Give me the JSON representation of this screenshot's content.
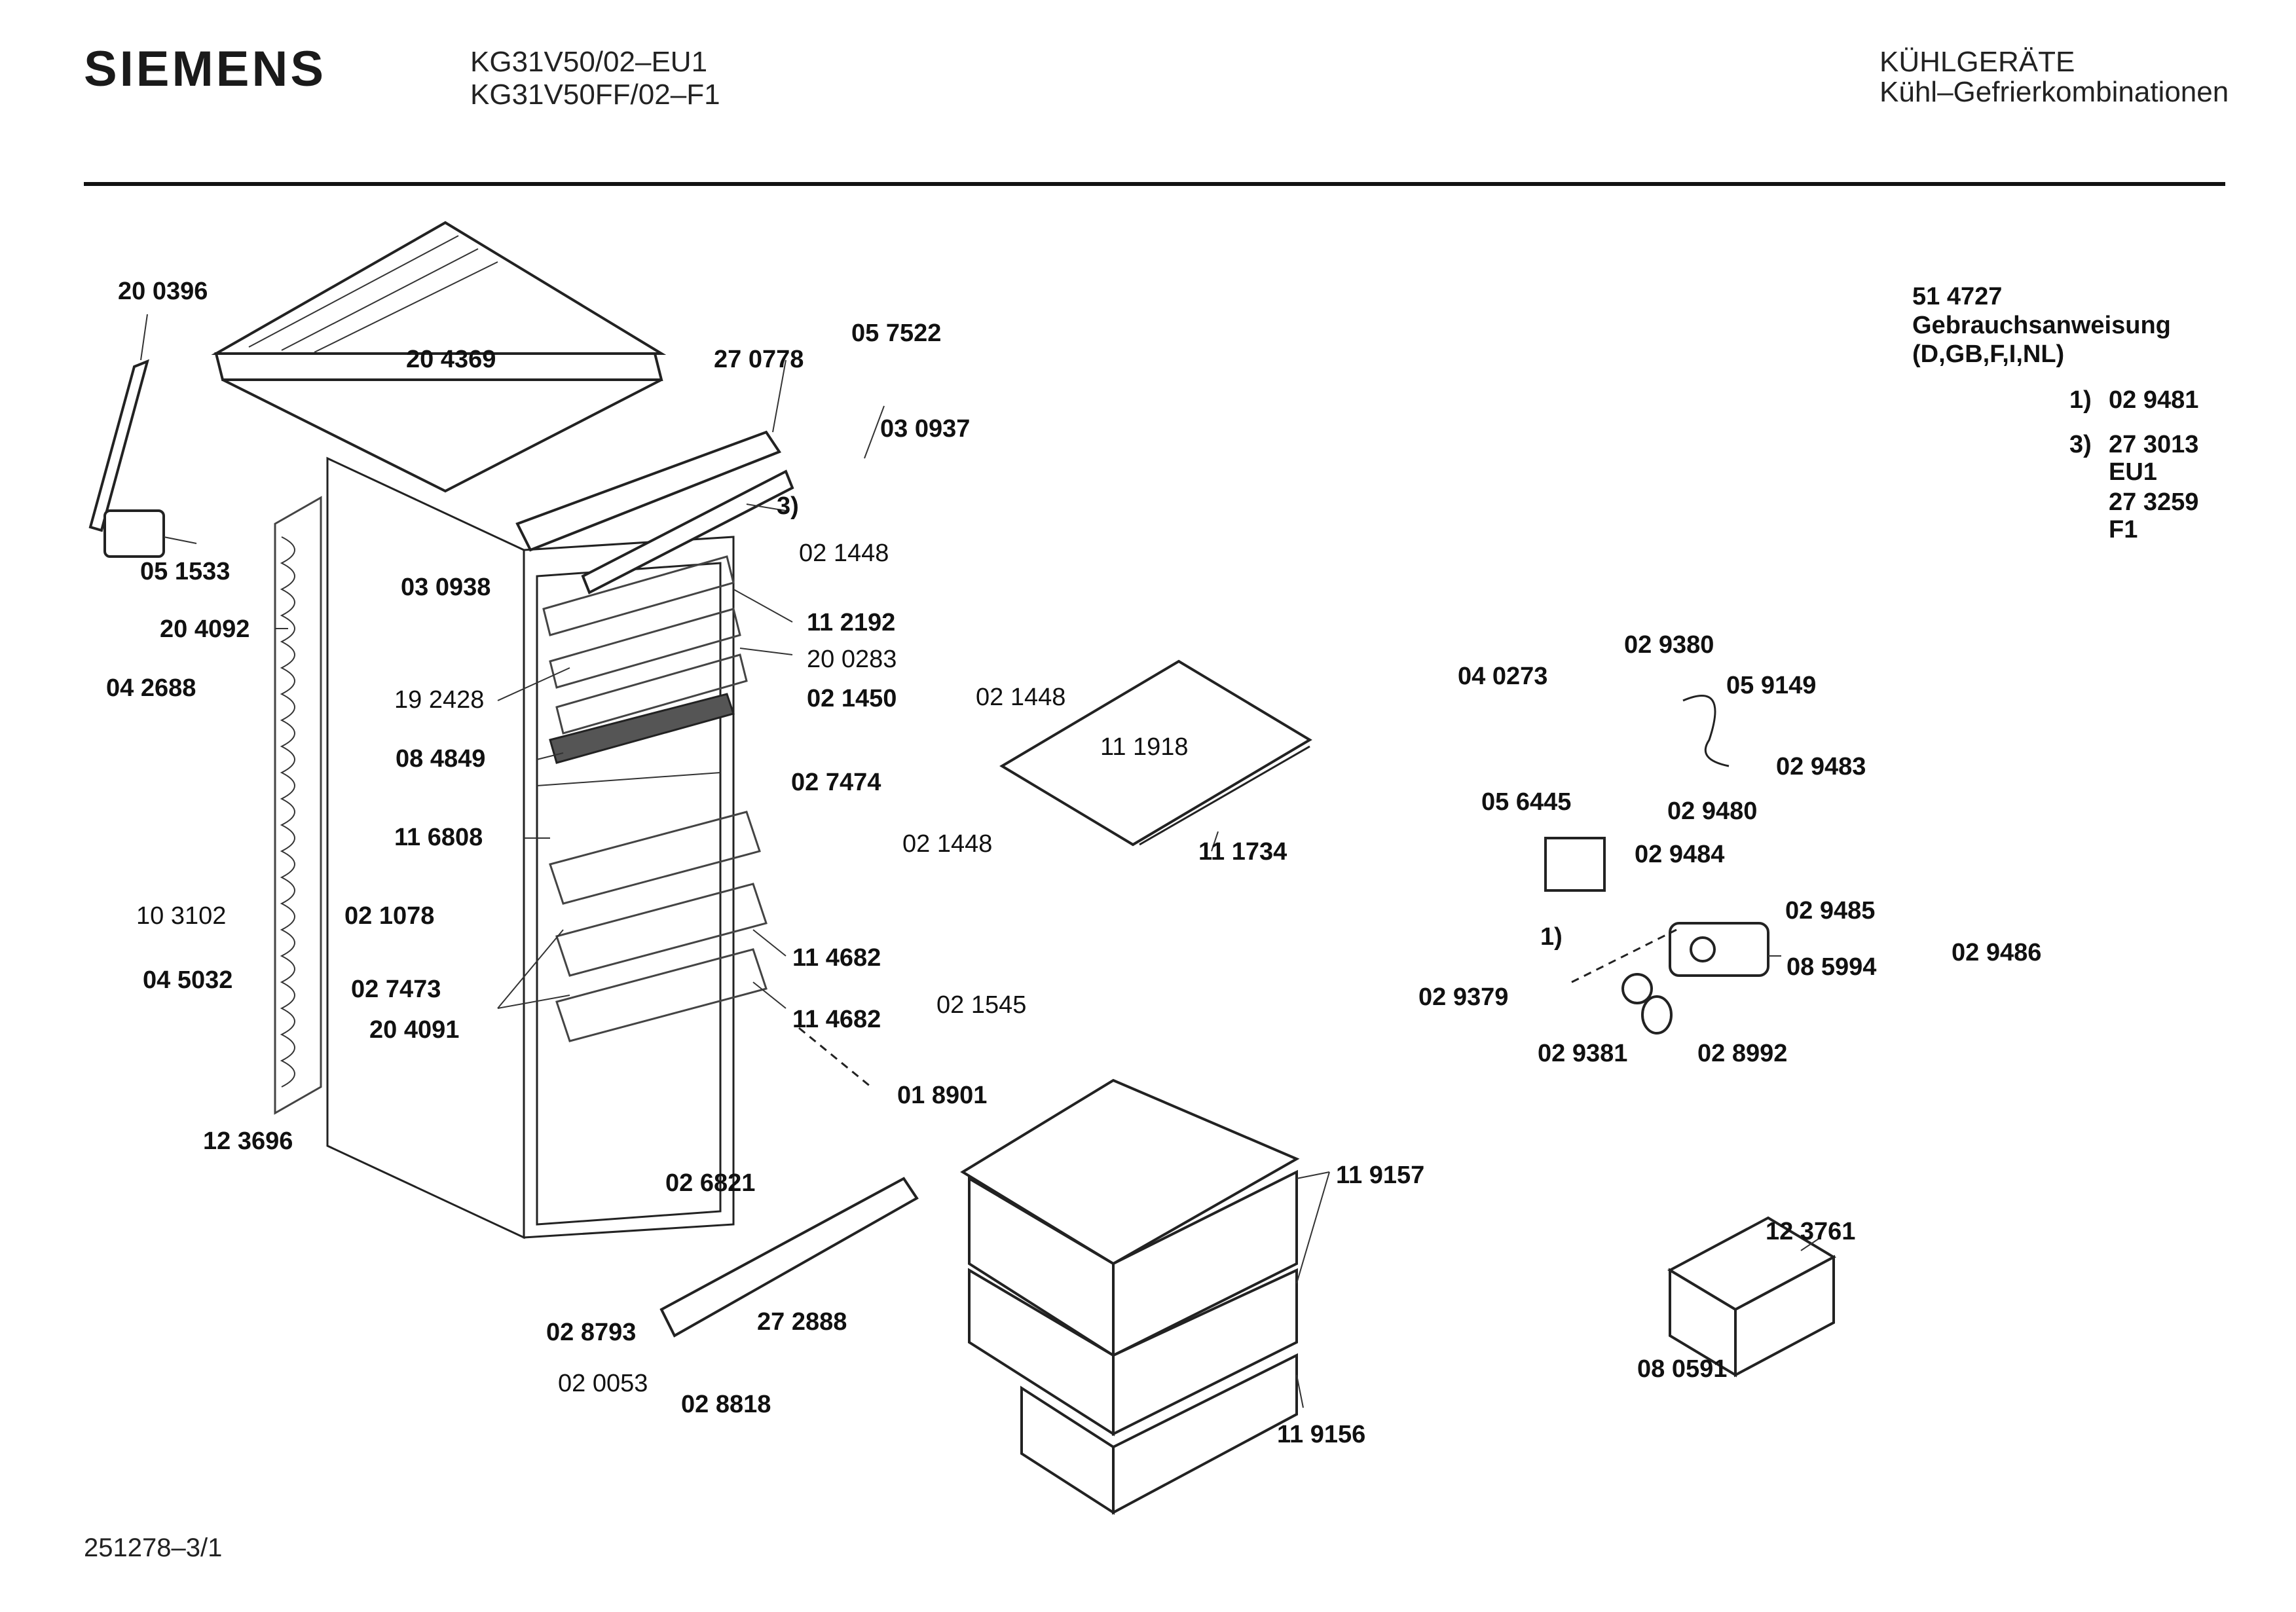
{
  "header": {
    "brand": "SIEMENS",
    "model_1": "KG31V50/02–EU1",
    "model_2": "KG31V50FF/02–F1",
    "category_1": "KÜHLGERÄTE",
    "category_2": "Kühl–Gefrierkombinationen"
  },
  "info": {
    "manual_number": "51 4727",
    "manual_title": "Gebrauchsanweisung",
    "manual_languages": "(D,GB,F,I,NL)",
    "note_1_marker": "1)",
    "note_1_part": "02 9481",
    "note_3_marker": "3)",
    "note_3_part_a": "27 3013",
    "note_3_variant_a": "EU1",
    "note_3_part_b": "27 3259",
    "note_3_variant_b": "F1"
  },
  "labels": {
    "p200396": "20 0396",
    "p204369": "20 4369",
    "p270778": "27 0778",
    "p057522": "05 7522",
    "p030937": "03 0937",
    "mark3": "3)",
    "p021448a": "02 1448",
    "p051533": "05 1533",
    "p030938": "03 0938",
    "p204092": "20 4092",
    "p112192": "11 2192",
    "p200283": "20 0283",
    "p042688": "04 2688",
    "p192428": "19 2428",
    "p021450": "02 1450",
    "p021448b": "02 1448",
    "p084849": "08 4849",
    "p027474": "02 7474",
    "p116808": "11 6808",
    "p021448c": "02 1448",
    "p111918": "11 1918",
    "p111734": "11 1734",
    "p103102": "10 3102",
    "p021078": "02 1078",
    "p114682a": "11 4682",
    "p045032": "04 5032",
    "p027473": "02 7473",
    "p204091": "20 4091",
    "p114682b": "11 4682",
    "p021545": "02 1545",
    "p018901": "01 8901",
    "p123696": "12 3696",
    "p026821": "02 6821",
    "p119157": "11 9157",
    "p028793": "02 8793",
    "p272888": "27 2888",
    "p020053": "02 0053",
    "p028818": "02 8818",
    "p119156": "11 9156",
    "p029380": "02 9380",
    "p040273": "04 0273",
    "p059149": "05 9149",
    "p029483": "02 9483",
    "p056445": "05 6445",
    "p029480": "02 9480",
    "p029484": "02 9484",
    "p029485": "02 9485",
    "p029486": "02 9486",
    "mark1": "1)",
    "p085994": "08 5994",
    "p029379": "02 9379",
    "p029381": "02 9381",
    "p028992": "02 8992",
    "p123761": "12 3761",
    "p080591": "08 0591"
  },
  "footer": {
    "doc_number": "251278–3/1"
  }
}
